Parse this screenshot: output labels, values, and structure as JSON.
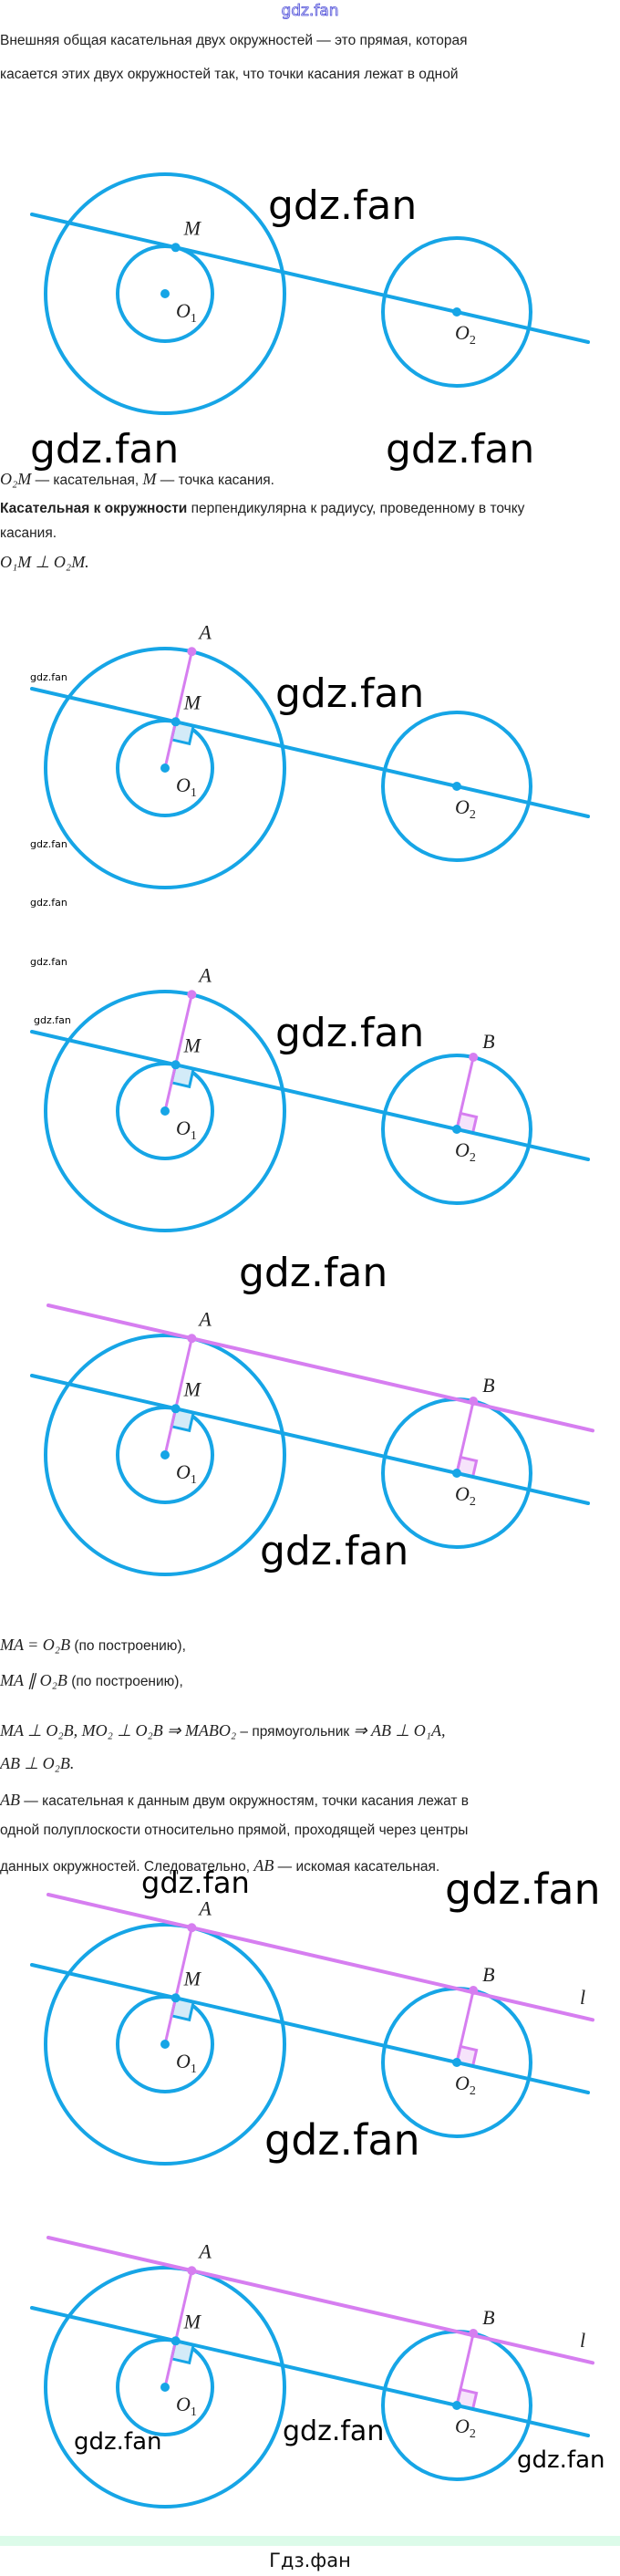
{
  "top_watermark": "gdz.fan",
  "watermark_text": "gdz.fan",
  "intro": {
    "line1": "Внешняя общая касательная двух окружностей — это прямая, которая",
    "line2": "касается этих двух окружностей так, что точки касания лежат в одной"
  },
  "section2": {
    "l1_math": "O₂M",
    "l1_a": " — касательная, ",
    "l1_math2": "M",
    "l1_b": " — точка касания.",
    "l2_bold": "Касательная к окружности",
    "l2_rest": " перпендикулярна к радиусу, проведенному в точку",
    "l3": "касания.",
    "l4_math": "O₁M ⊥ O₂M."
  },
  "section3": {
    "l1_math": "MA = O₂B",
    "l1_text": " (по построению),",
    "l2_math": "MA ∥ O₂B",
    "l2_text": " (по построению),",
    "l3_math": "MA ⊥ O₂B, MO₂ ⊥ O₂B ⇒  MABO₂",
    "l3_text": " – прямоугольник ",
    "l3_math2": "⇒ AB ⊥ O₁A,",
    "l4_math": "AB ⊥ O₂B.",
    "l5_math": "AB",
    "l5_text": " — касательная к данным двум окружностям, точки касания лежат в",
    "l6": "одной полуплоскости относительно прямой, проходящей через центры",
    "l7_a": "данных окружностей. Следовательно, ",
    "l7_math": "AB",
    "l7_b": " — искомая касательная."
  },
  "labels": {
    "M": "M",
    "A": "A",
    "B": "B",
    "O1": "O",
    "O1_sub": "1",
    "O2": "O",
    "O2_sub": "2",
    "l": "l"
  },
  "figures": [
    {
      "show_A": false,
      "show_B": false,
      "show_tangent": false,
      "show_l": false
    },
    {
      "show_A": true,
      "show_B": false,
      "show_tangent": false,
      "show_l": false
    },
    {
      "show_A": true,
      "show_B": true,
      "show_tangent": false,
      "show_l": false
    },
    {
      "show_A": true,
      "show_B": true,
      "show_tangent": true,
      "show_l": false
    },
    {
      "show_A": true,
      "show_B": true,
      "show_tangent": true,
      "show_l": true
    },
    {
      "show_A": true,
      "show_B": true,
      "show_tangent": true,
      "show_l": true
    }
  ],
  "colors": {
    "blue": "#16a5e6",
    "pink": "#d67ef0",
    "blue_fill": "#d3ebf8",
    "pink_fill": "#f6e3fb"
  },
  "footer": "Гдз.фан"
}
